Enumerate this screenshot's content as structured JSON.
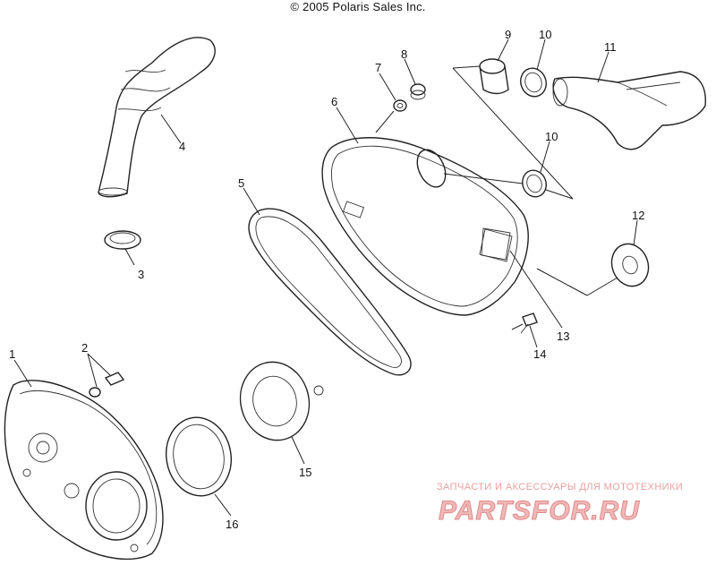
{
  "copyright": "© 2005 Polaris Sales Inc.",
  "watermark": {
    "tagline": "ЗАПЧАСТИ И АКСЕССУАРЫ ДЛЯ МОТОТЕХНИКИ",
    "logo_text": "PARTSFOR.RU",
    "color": "#e05a5a"
  },
  "callouts": {
    "c1": "1",
    "c2": "2",
    "c3": "3",
    "c4": "4",
    "c5": "5",
    "c6": "6",
    "c7": "7",
    "c8": "8",
    "c9": "9",
    "c10a": "10",
    "c10b": "10",
    "c11": "11",
    "c12": "12",
    "c13": "13",
    "c14": "14",
    "c15": "15",
    "c16": "16"
  }
}
